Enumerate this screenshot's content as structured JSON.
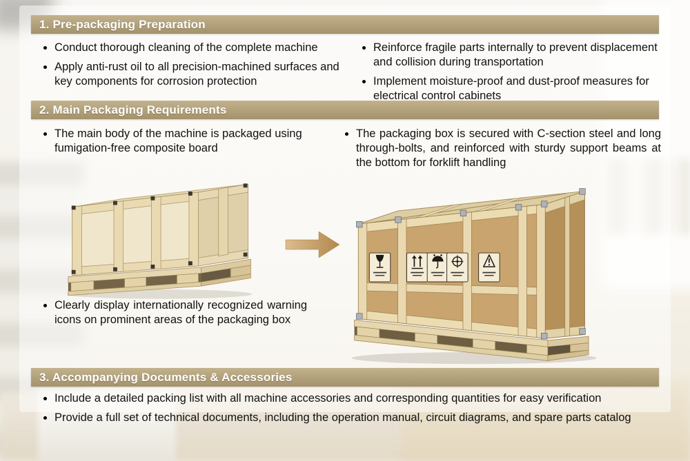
{
  "colors": {
    "section_bar_top": "#c2b28d",
    "section_bar_bottom": "#a3926b",
    "section_bar_text": "#ffffff",
    "body_text": "#101010",
    "arrow_light": "#dcbd8e",
    "arrow_dark": "#b2884e",
    "crate_wood": "#ead9b0",
    "crate_board": "#c9a46e"
  },
  "sections": [
    {
      "title": "1. Pre-packaging Preparation",
      "left_bullets": [
        "Conduct thorough cleaning of the complete machine",
        "Apply anti-rust oil to all precision-machined surfaces and key components for corrosion protection"
      ],
      "right_bullets": [
        "Reinforce fragile parts internally to prevent displacement and collision during transportation",
        "Implement moisture-proof and dust-proof measures for electrical control cabinets"
      ]
    },
    {
      "title": "2. Main Packaging Requirements",
      "left_bullets": [
        "The main body of the machine is packaged using fumigation-free composite board",
        "Clearly display internationally recognized warning icons on prominent areas of the packaging box"
      ],
      "right_bullets": [
        "The packaging box is secured with C-section steel and long through-bolts, and reinforced with sturdy support beams at the bottom for forklift handling"
      ]
    },
    {
      "title": "3. Accompanying Documents & Accessories",
      "bullets": [
        "Include a detailed packing list with all machine accessories and corresponding quantities for easy verification",
        "Provide a full set of technical documents, including the operation manual, circuit diagrams, and spare parts catalog"
      ]
    }
  ],
  "illustrations": {
    "left_crate": "plain plywood shipping crate on pallet",
    "right_crate": "marked shipping crate with warning labels on pallet",
    "warning_labels": [
      "fragile-icon",
      "this-way-up-icon",
      "keep-dry-icon",
      "handle-care-icon",
      "warning-icon"
    ],
    "arrow": "right-arrow-icon"
  }
}
